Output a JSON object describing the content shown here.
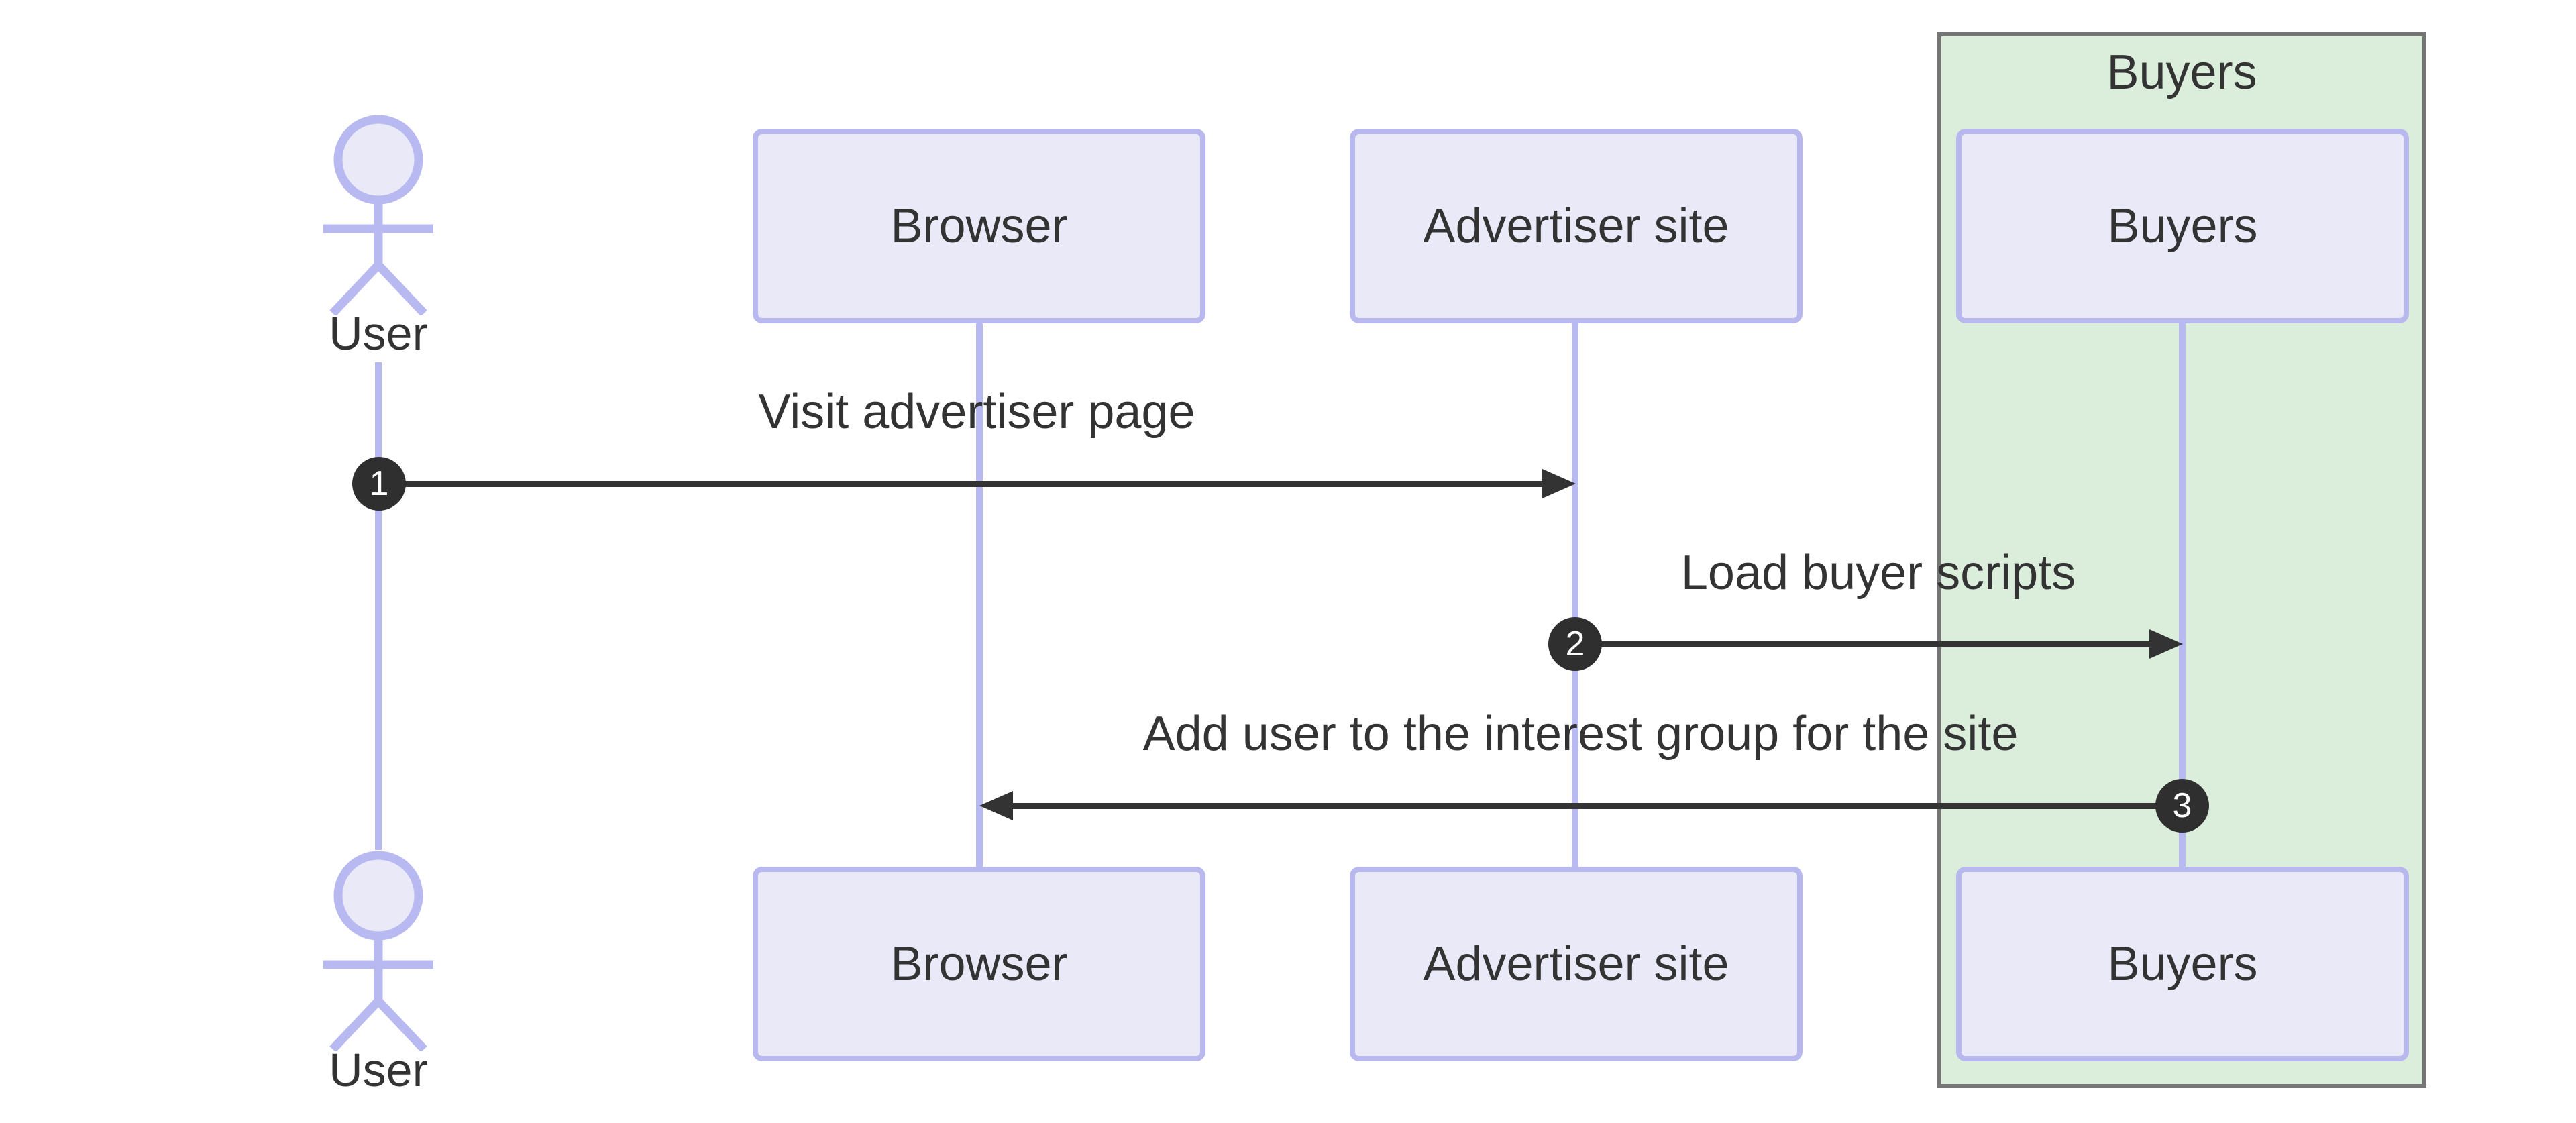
{
  "diagram": {
    "type": "sequence",
    "group": {
      "label": "Buyers"
    },
    "actor": {
      "label": "User"
    },
    "participants": [
      {
        "label": "Browser"
      },
      {
        "label": "Advertiser site"
      },
      {
        "label": "Buyers"
      }
    ],
    "messages": [
      {
        "seq": "1",
        "from": "User",
        "to": "Advertiser site",
        "direction": "right",
        "label": "Visit advertiser page"
      },
      {
        "seq": "2",
        "from": "Advertiser site",
        "to": "Buyers",
        "direction": "right",
        "label": "Load buyer scripts"
      },
      {
        "seq": "3",
        "from": "Buyers",
        "to": "Browser",
        "direction": "left",
        "label": "Add user to the interest group for the site"
      }
    ],
    "colors": {
      "participant_fill": "#e9e9f8",
      "participant_border": "#b8b8ef",
      "lifeline": "#b9b9f2",
      "group_fill": "#dbeddb",
      "group_border": "#757575",
      "arrow": "#333333",
      "text": "#333333",
      "badge_fill": "#2f2f2f",
      "badge_text": "#ffffff"
    }
  }
}
